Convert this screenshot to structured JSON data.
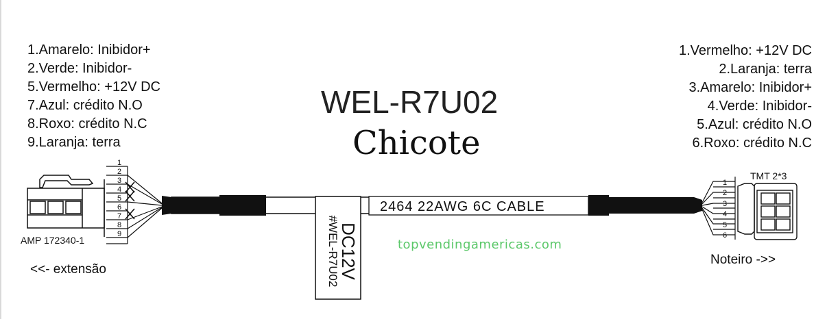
{
  "left_legend": [
    "1.Amarelo: Inibidor+",
    "2.Verde: Inibidor-",
    "5.Vermelho: +12V DC",
    "7.Azul: crédito N.O",
    "8.Roxo: crédito N.C",
    "9.Laranja: terra"
  ],
  "right_legend": [
    "1.Vermelho: +12V DC",
    "2.Laranja: terra",
    "3.Amarelo: Inibidor+",
    "4.Verde: Inibidor-",
    "5.Azul: crédito N.O",
    "6.Roxo: crédito N.C"
  ],
  "title": "WEL-R7U02",
  "subtitle": "Chicote",
  "left_connector": {
    "label": "AMP 172340-1",
    "direction_label": "<<- extensão",
    "pins": [
      "1",
      "2",
      "3",
      "4",
      "5",
      "6",
      "7",
      "8",
      "9"
    ]
  },
  "right_connector": {
    "label": "TMT 2*3",
    "direction_label": "Noteiro ->>",
    "pins": [
      "1",
      "2",
      "3",
      "4",
      "5",
      "6"
    ]
  },
  "cable_label": "2464  22AWG  6C  CABLE",
  "tag": {
    "voltage": "DC12V",
    "model": "#WEL-R7U02"
  },
  "watermark": "topvendingamericas.com"
}
